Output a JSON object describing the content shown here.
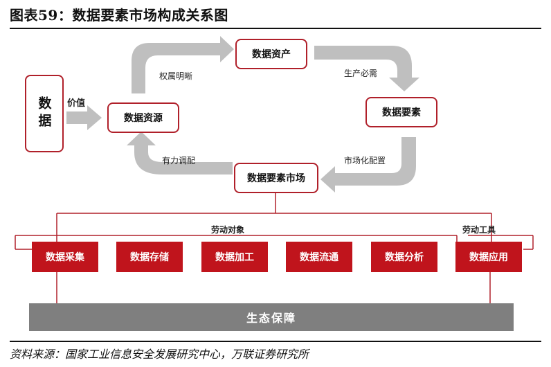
{
  "header": {
    "title": "图表59：数据要素市场构成关系图"
  },
  "diagram": {
    "source_node": "数据",
    "value_label": "价值",
    "nodes": {
      "resource": "数据资源",
      "asset": "数据资产",
      "element": "数据要素",
      "market": "数据要素市场"
    },
    "edges": {
      "resource_to_asset": "权属明晰",
      "asset_to_element": "生产必需",
      "element_to_market": "市场化配置",
      "market_to_resource": "有力调配"
    },
    "groups": {
      "labor_object": "劳动对象",
      "labor_tool": "劳动工具"
    },
    "processes": [
      "数据采集",
      "数据存储",
      "数据加工",
      "数据流通",
      "数据分析",
      "数据应用"
    ],
    "ecosystem": "生态保障",
    "colors": {
      "accent": "#c0141c",
      "arrow": "#bfbfbf",
      "bar": "#7f7f7f"
    }
  },
  "footer": {
    "source": "资料来源：国家工业信息安全发展研究中心，万联证券研究所"
  }
}
